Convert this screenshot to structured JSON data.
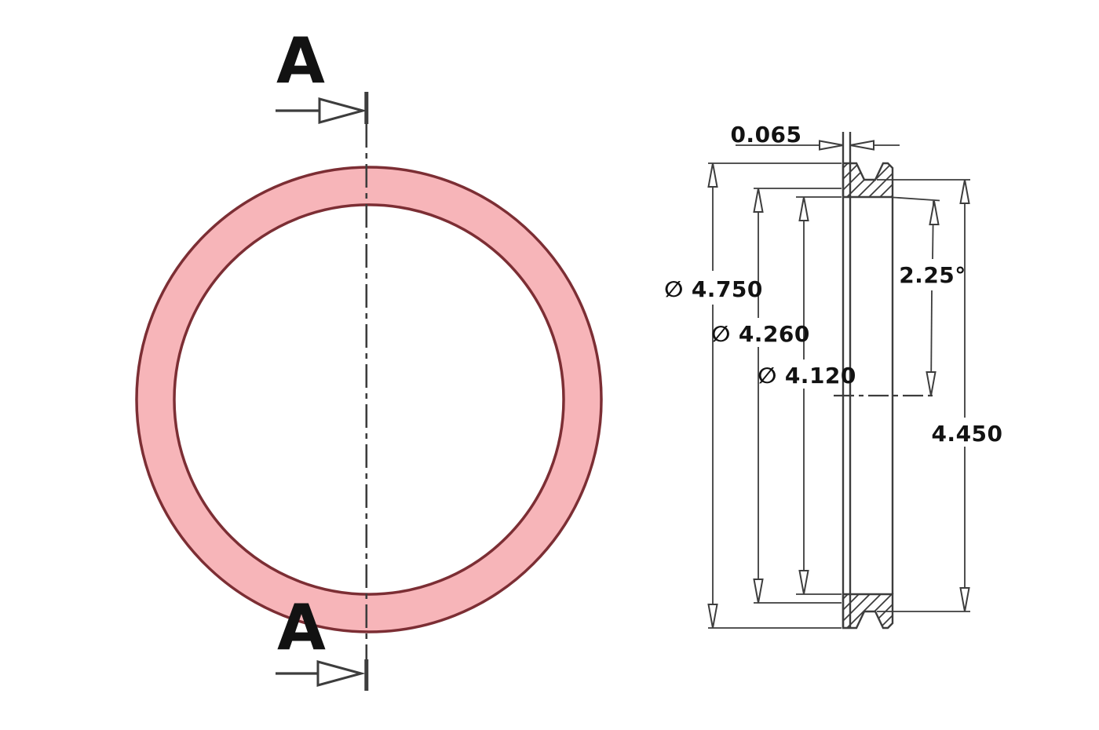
{
  "labels": {
    "section_top": "A",
    "section_bottom": "A"
  },
  "dimensions": {
    "wall_thickness": "0.065",
    "flange_od": "∅ 4.750",
    "taper_od": "∅ 4.260",
    "bore_id": "∅ 4.120",
    "taper_angle": "2.25°",
    "groove_od": "4.450"
  },
  "colors": {
    "ring_fill": "#f7b5b9",
    "ring_stroke": "#7c2e34",
    "line": "#3d3d3d",
    "text": "#121212",
    "background": "#ffffff"
  }
}
